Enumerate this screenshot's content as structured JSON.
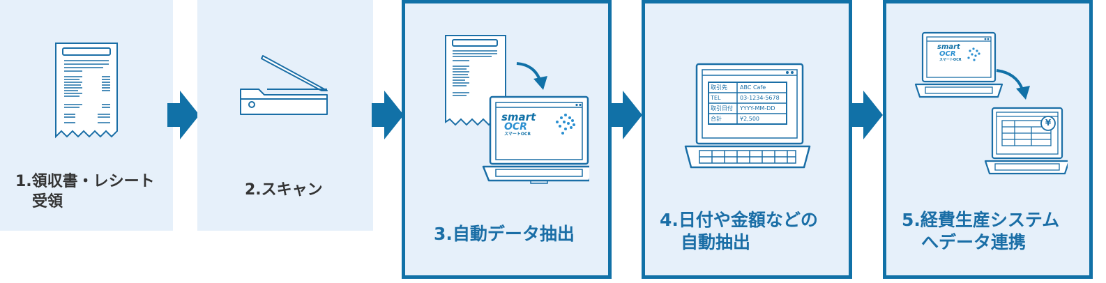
{
  "colors": {
    "panel_bg": "#e6f0fa",
    "accent": "#1171a7",
    "line": "#1a6ea6",
    "dark_text": "#333333"
  },
  "steps": [
    {
      "line1": "1.領収書・レシート",
      "line2": "受領",
      "icon": "receipt-icon"
    },
    {
      "line1": "2.スキャン",
      "line2": "",
      "icon": "scanner-icon"
    },
    {
      "line1": "3.自動データ抽出",
      "line2": "",
      "icon": "laptop-ocr-icon"
    },
    {
      "line1": "4.日付や金額などの",
      "line2": "自動抽出",
      "icon": "laptop-table-icon"
    },
    {
      "line1": "5.経費生産システム",
      "line2": "へデータ連携",
      "icon": "laptops-sync-icon"
    }
  ],
  "logo": {
    "word1": "smart",
    "word2": "OCR",
    "sub": "スマートOCR"
  },
  "extract_table": [
    {
      "key": "取引先",
      "value": "ABC Cafe"
    },
    {
      "key": "TEL",
      "value": "03-1234-5678"
    },
    {
      "key": "取引日付",
      "value": "YYYY-MM-DD"
    },
    {
      "key": "合計",
      "value": "¥2,500"
    }
  ],
  "yen_symbol": "¥"
}
